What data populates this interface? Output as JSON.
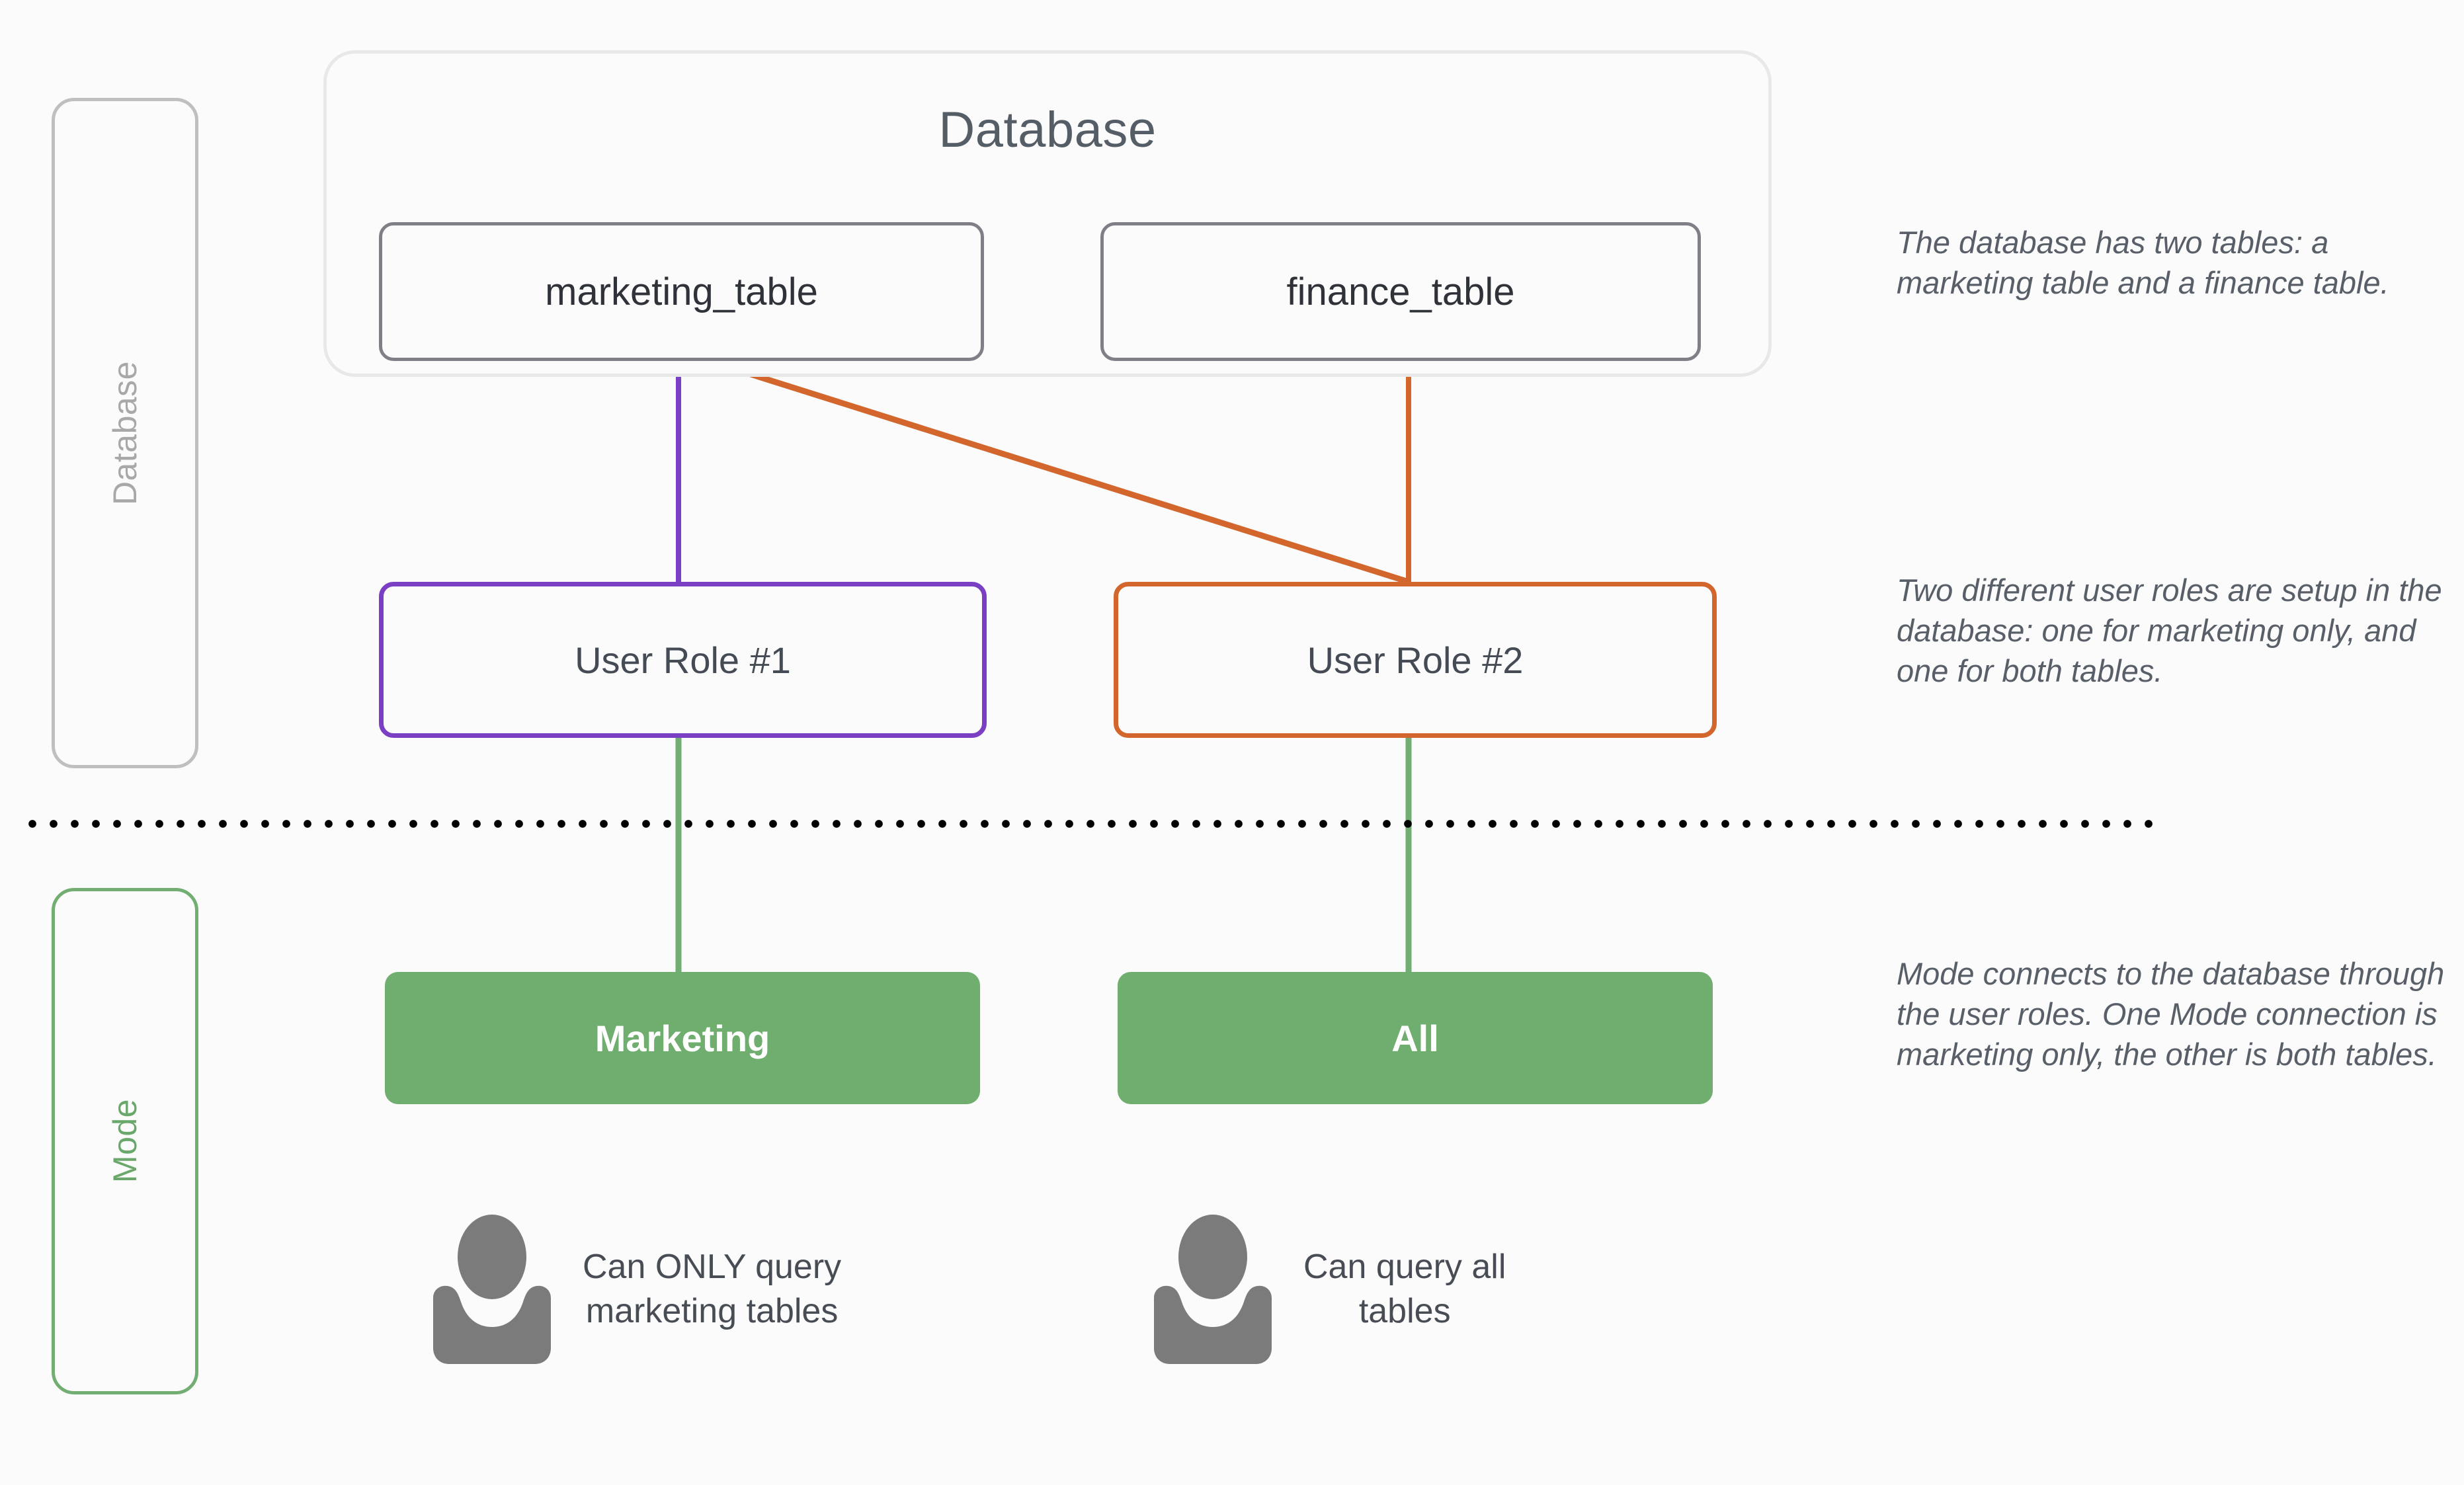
{
  "rails": {
    "database": {
      "label": "Database",
      "color": "#a8a8a8"
    },
    "mode": {
      "label": "Mode",
      "color": "#6aa76a"
    }
  },
  "database": {
    "title": "Database",
    "tables": [
      {
        "name": "marketing_table"
      },
      {
        "name": "finance_table"
      }
    ]
  },
  "roles": [
    {
      "label": "User Role #1",
      "color": "#7b3fc4"
    },
    {
      "label": "User Role #2",
      "color": "#d2662c"
    }
  ],
  "mode_connections": [
    {
      "label": "Marketing",
      "color": "#6fae6e"
    },
    {
      "label": "All",
      "color": "#6fae6e"
    }
  ],
  "personas": [
    {
      "icon": "person-icon",
      "caption": "Can ONLY query\nmarketing tables"
    },
    {
      "icon": "person-icon",
      "caption": "Can query all\ntables"
    }
  ],
  "notes": [
    {
      "text": "The database has two tables: a marketing table and a finance table."
    },
    {
      "text": "Two different user roles are setup in the database: one for marketing only, and one for both tables."
    },
    {
      "text": "Mode connects to the database through the user roles. One Mode connection is marketing only, the other is both tables."
    }
  ],
  "connectors": [
    {
      "name": "marketing-table-to-role-1",
      "color": "#7b3fc4"
    },
    {
      "name": "marketing-table-to-role-2",
      "color": "#d2662c"
    },
    {
      "name": "finance-table-to-role-2",
      "color": "#d2662c"
    },
    {
      "name": "role-1-to-mode-marketing",
      "color": "#72ae72"
    },
    {
      "name": "role-2-to-mode-all",
      "color": "#72ae72"
    }
  ],
  "divider": {
    "style": "dotted",
    "color": "#000000"
  }
}
